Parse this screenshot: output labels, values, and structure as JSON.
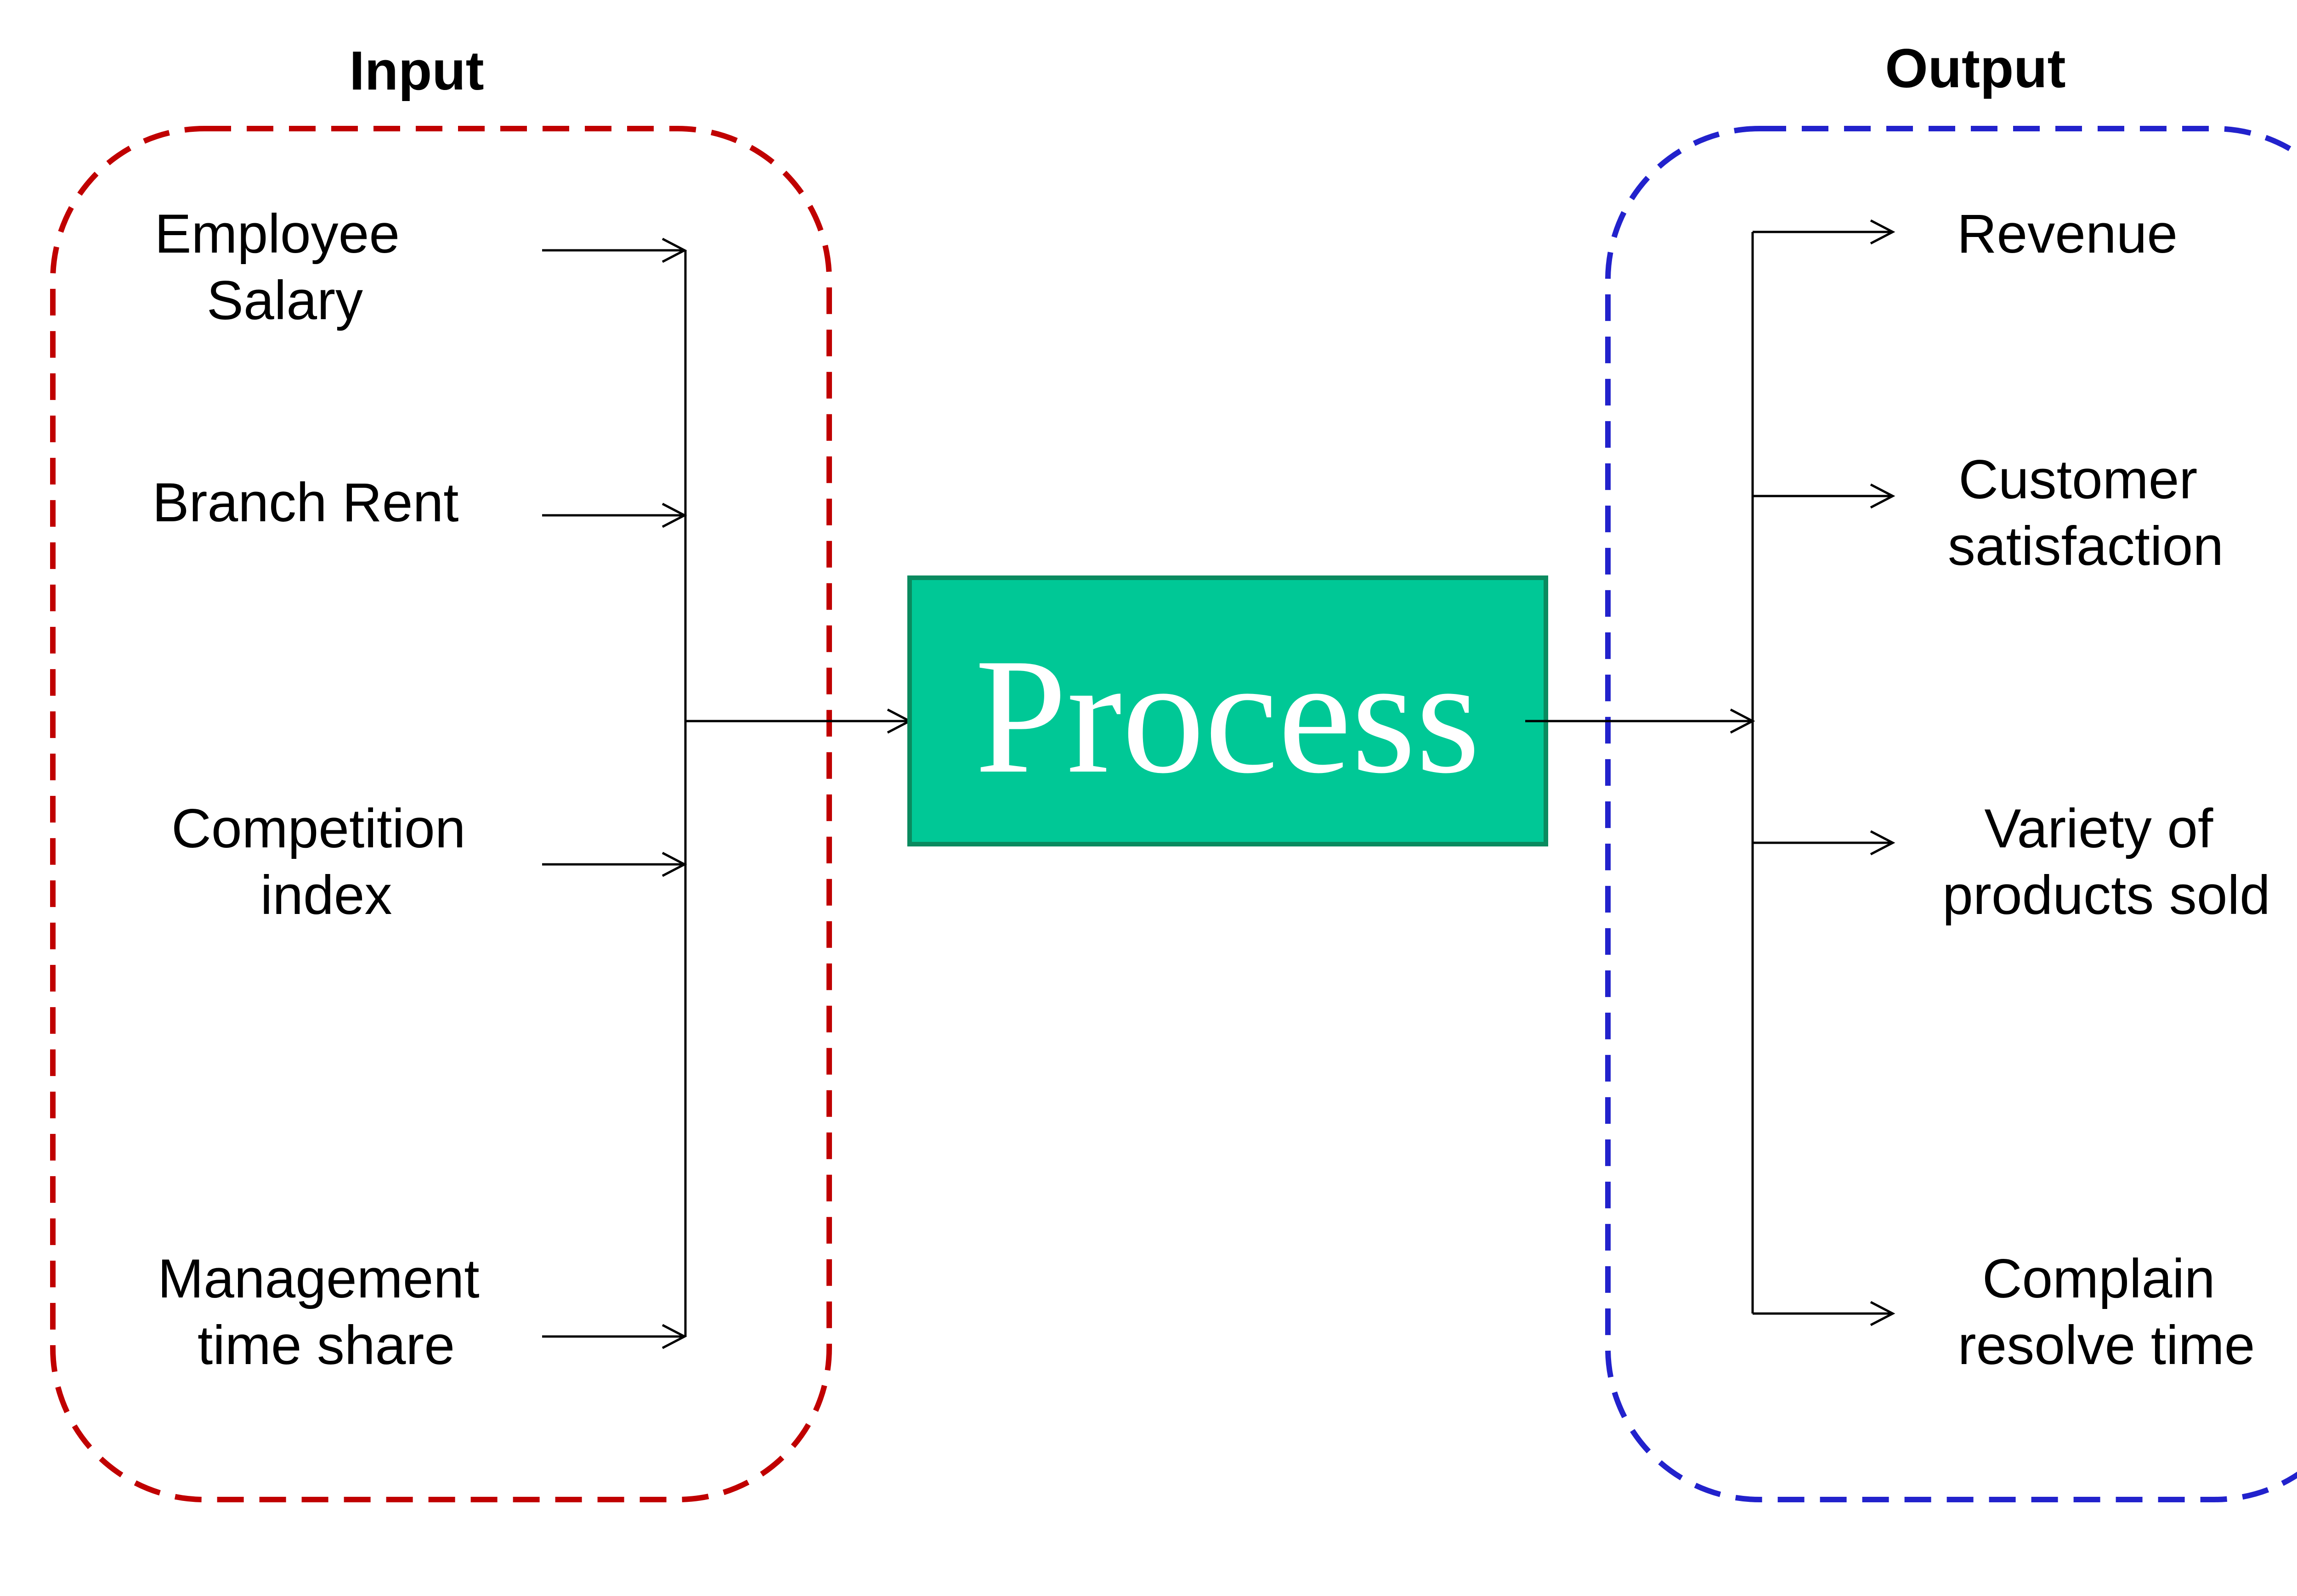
{
  "input": {
    "heading": "Input",
    "border_color": "#c00000",
    "items": [
      {
        "line1": "Employee",
        "line2": "Salary"
      },
      {
        "line1": "Branch Rent",
        "line2": ""
      },
      {
        "line1": "Competition",
        "line2": "index"
      },
      {
        "line1": "Management",
        "line2": "time share"
      }
    ]
  },
  "process": {
    "label": "Process",
    "fill_color": "#00c896",
    "border_color": "#0a8a5f"
  },
  "output": {
    "heading": "Output",
    "border_color": "#2222cc",
    "items": [
      {
        "line1": "Revenue",
        "line2": ""
      },
      {
        "line1": "Customer",
        "line2": "satisfaction"
      },
      {
        "line1": "Variety of",
        "line2": "products sold"
      },
      {
        "line1": "Complain",
        "line2": "resolve time"
      }
    ]
  }
}
